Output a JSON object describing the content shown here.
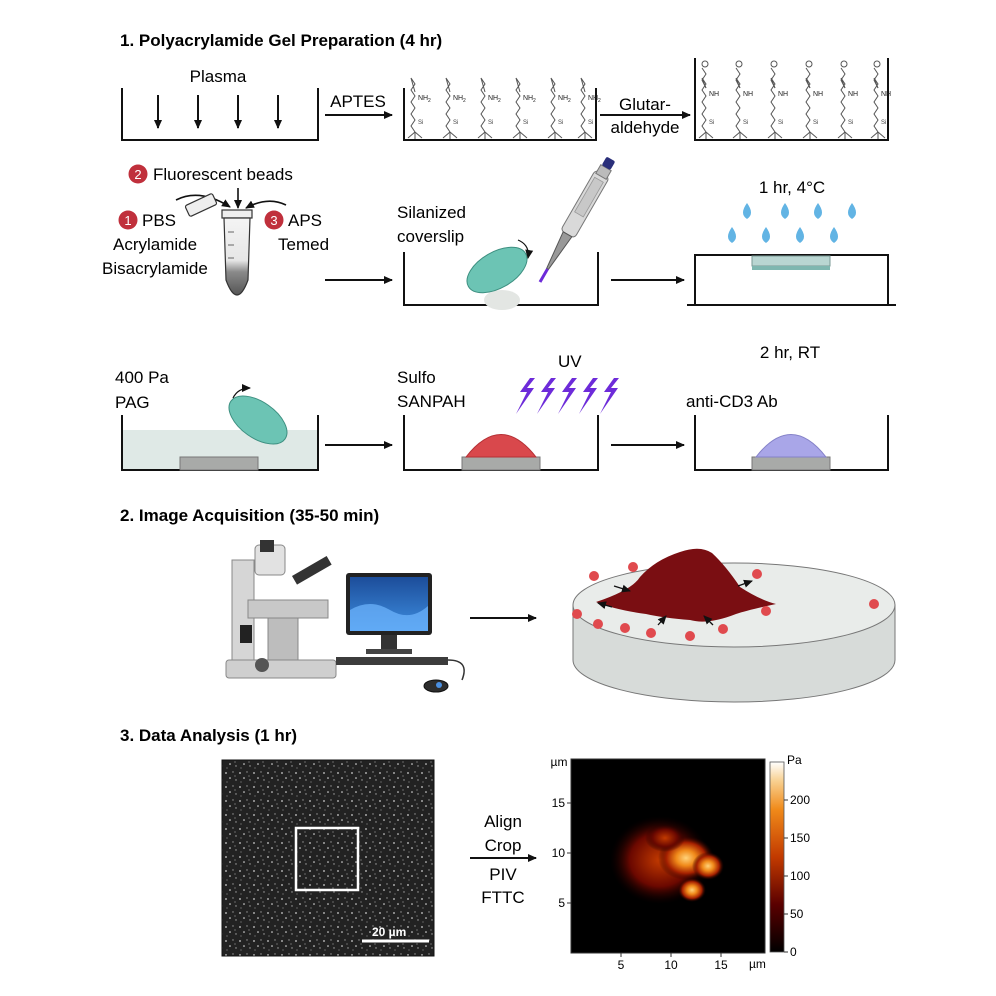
{
  "sections": {
    "prep_title": "1. Polyacrylamide Gel Preparation (4 hr)",
    "acq_title": "2. Image Acquisition (35-50 min)",
    "analysis_title": "3. Data Analysis (1 hr)"
  },
  "row1": {
    "plasma": "Plasma",
    "aptes": "APTES",
    "glutar_1": "Glutar-",
    "glutar_2": "aldehyde",
    "nh2": "NH",
    "nh2_sub": "2",
    "nh": "NH",
    "si": "Si"
  },
  "row2": {
    "step_badges": [
      "1",
      "2",
      "3"
    ],
    "fluorescent_beads": "Fluorescent beads",
    "pbs": "PBS",
    "acrylamide": "Acrylamide",
    "bisacrylamide": "Bisacrylamide",
    "aps": "APS",
    "temed": "Temed",
    "silanized_1": "Silanized",
    "silanized_2": "coverslip",
    "incubation": "1 hr, 4°C"
  },
  "row3": {
    "pag_1": "400 Pa",
    "pag_2": "PAG",
    "sulfo_1": "Sulfo",
    "sulfo_2": "SANPAH",
    "uv": "UV",
    "time": "2 hr, RT",
    "antibody": "anti-CD3 Ab"
  },
  "analysis": {
    "scalebar": "20 µm",
    "steps": [
      "Align",
      "Crop",
      "PIV",
      "FTTC"
    ],
    "axis_unit": "µm",
    "x_ticks": [
      "5",
      "10",
      "15"
    ],
    "y_ticks": [
      "5",
      "10",
      "15"
    ],
    "colorbar_unit": "Pa",
    "colorbar_ticks": [
      "0",
      "50",
      "100",
      "150",
      "200"
    ]
  },
  "colors": {
    "step_badge": "#c0303c",
    "gel_red": "#d9484c",
    "gel_purple": "#a9a6e8",
    "coverslip_teal": "#6cc4b4",
    "uv_purple": "#6d2bd9",
    "drop_blue": "#62b4e4",
    "cell_dark_red": "#7a0e12",
    "bead_red": "#e04a4e"
  }
}
